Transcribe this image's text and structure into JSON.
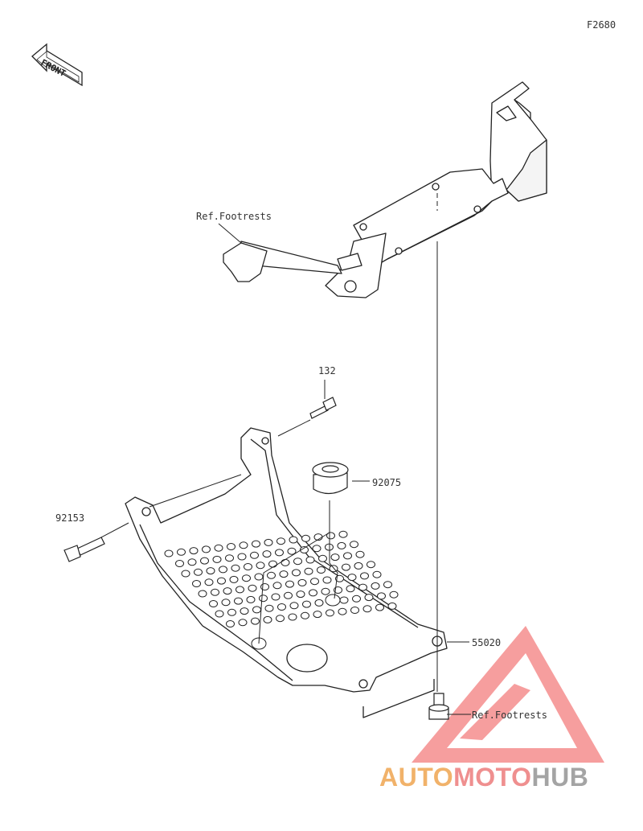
{
  "figure_code": "F2680",
  "front_label": "FRONT",
  "callouts": {
    "ref_footrests_top": "Ref.Footrests",
    "part_132": "132",
    "part_92075": "92075",
    "part_92153": "92153",
    "part_55020": "55020",
    "ref_footrests_bottom": "Ref.Footrests"
  },
  "watermark": {
    "part1": "AUTO",
    "part2": "MOTO",
    "part3": "HUB",
    "colors": {
      "auto": "#f1b26a",
      "moto": "#ef8f8f",
      "hub": "#a4a4a4",
      "logo": "#f26b6b"
    }
  }
}
